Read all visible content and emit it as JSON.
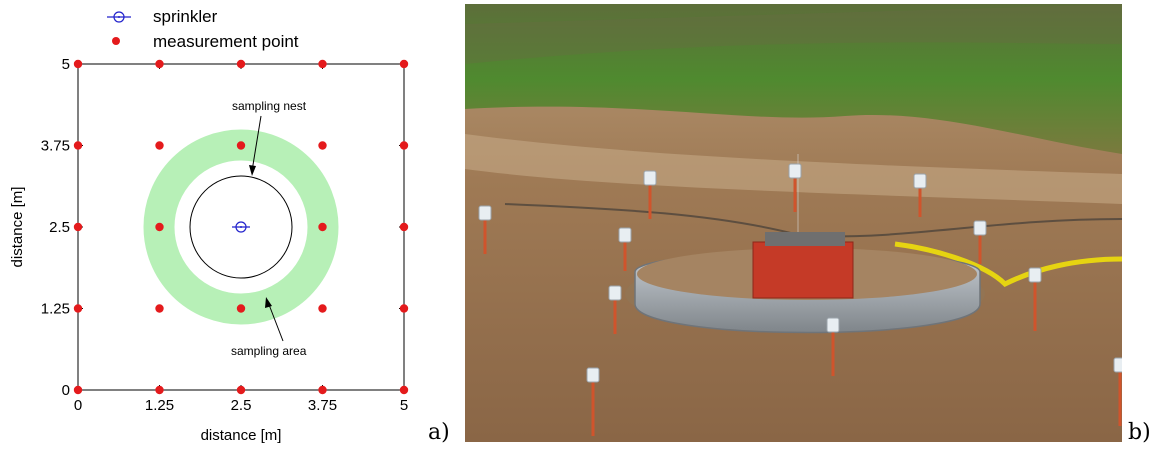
{
  "legend": {
    "sprinkler_label": "sprinkler",
    "measurement_label": "measurement point"
  },
  "axes": {
    "xlabel": "distance [m]",
    "ylabel": "distance [m]",
    "x_ticks": [
      "0",
      "1.25",
      "2.5",
      "3.75",
      "5"
    ],
    "y_ticks": [
      "0",
      "1.25",
      "2.5",
      "3.75",
      "5"
    ],
    "range": [
      0,
      5
    ]
  },
  "annotations": {
    "nest_label": "sampling nest",
    "area_label": "sampling area"
  },
  "panel_labels": {
    "a": "a)",
    "b": "b)"
  },
  "colors": {
    "measurement_point": "#e41a1c",
    "sprinkler": "#2222cc",
    "sampling_area": "#b7f0b7"
  },
  "chart_data": {
    "type": "scatter",
    "series": [
      {
        "name": "measurement point",
        "points": [
          [
            0,
            0
          ],
          [
            1.25,
            0
          ],
          [
            2.5,
            0
          ],
          [
            3.75,
            0
          ],
          [
            5,
            0
          ],
          [
            0,
            1.25
          ],
          [
            1.25,
            1.25
          ],
          [
            2.5,
            1.25
          ],
          [
            3.75,
            1.25
          ],
          [
            5,
            1.25
          ],
          [
            0,
            2.5
          ],
          [
            1.25,
            2.5
          ],
          [
            3.75,
            2.5
          ],
          [
            5,
            2.5
          ],
          [
            0,
            3.75
          ],
          [
            1.25,
            3.75
          ],
          [
            2.5,
            3.75
          ],
          [
            3.75,
            3.75
          ],
          [
            5,
            3.75
          ],
          [
            0,
            5
          ],
          [
            1.25,
            5
          ],
          [
            2.5,
            5
          ],
          [
            3.75,
            5
          ],
          [
            5,
            5
          ]
        ]
      },
      {
        "name": "sprinkler",
        "points": [
          [
            2.5,
            2.5
          ]
        ]
      }
    ],
    "xlim": [
      0,
      5
    ],
    "ylim": [
      0,
      5
    ]
  }
}
